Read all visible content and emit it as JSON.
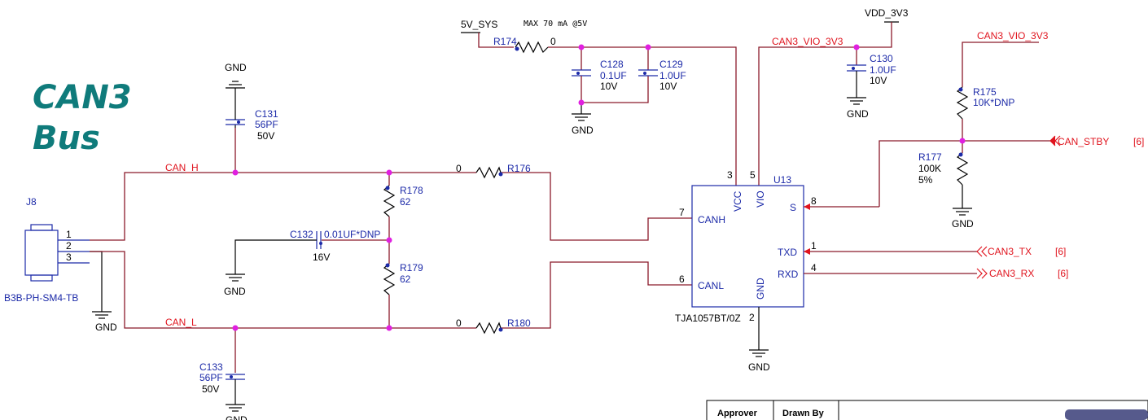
{
  "title": {
    "line1": "CAN3",
    "line2": "Bus"
  },
  "power": {
    "v5": "5V_SYS",
    "max_note": "MAX 70 mA @5V",
    "vdd": "VDD_3V3",
    "vio_net": "CAN3_VIO_3V3",
    "vio_net2": "CAN3_VIO_3V3",
    "gnd": "GND"
  },
  "connector": {
    "ref": "J8",
    "part": "B3B-PH-SM4-TB",
    "pins": [
      "1",
      "2",
      "3"
    ]
  },
  "nets": {
    "can_h": "CAN_H",
    "can_l": "CAN_L"
  },
  "components": {
    "r174": {
      "ref": "R174",
      "value": "0"
    },
    "c128": {
      "ref": "C128",
      "value": "0.1UF",
      "voltage": "10V"
    },
    "c129": {
      "ref": "C129",
      "value": "1.0UF",
      "voltage": "10V"
    },
    "c130": {
      "ref": "C130",
      "value": "1.0UF",
      "voltage": "10V"
    },
    "c131": {
      "ref": "C131",
      "value": "56PF",
      "voltage": "50V"
    },
    "c132": {
      "ref": "C132",
      "value": "0.01UF*DNP",
      "voltage": "16V"
    },
    "c133": {
      "ref": "C133",
      "value": "56PF",
      "voltage": "50V"
    },
    "r175": {
      "ref": "R175",
      "value": "10K*DNP"
    },
    "r176": {
      "ref": "R176",
      "value": "0"
    },
    "r177": {
      "ref": "R177",
      "value": "100K",
      "tol": "5%"
    },
    "r178": {
      "ref": "R178",
      "value": "62"
    },
    "r179": {
      "ref": "R179",
      "value": "62"
    },
    "r180": {
      "ref": "R180",
      "value": "0"
    }
  },
  "ic": {
    "ref": "U13",
    "part": "TJA1057BT/0Z",
    "pin_names": {
      "vcc": "VCC",
      "vio": "VIO",
      "s": "S",
      "canh": "CANH",
      "canl": "CANL",
      "txd": "TXD",
      "rxd": "RXD",
      "gnd": "GND"
    },
    "pin_numbers": {
      "vcc": "3",
      "vio": "5",
      "s": "8",
      "canh": "7",
      "canl": "6",
      "txd": "1",
      "rxd": "4",
      "gnd": "2"
    }
  },
  "ports": {
    "stby": "CAN_STBY",
    "tx": "CAN3_TX",
    "rx": "CAN3_RX",
    "ref": "[6]"
  },
  "table": {
    "approver": "Approver",
    "drawn_by": "Drawn By"
  },
  "colors": {
    "wire": "#8b1a2b",
    "title": "#0f7b7b",
    "net_label": "#e0141e",
    "ref_text": "#1c2aa8",
    "junction": "#e020e0"
  }
}
